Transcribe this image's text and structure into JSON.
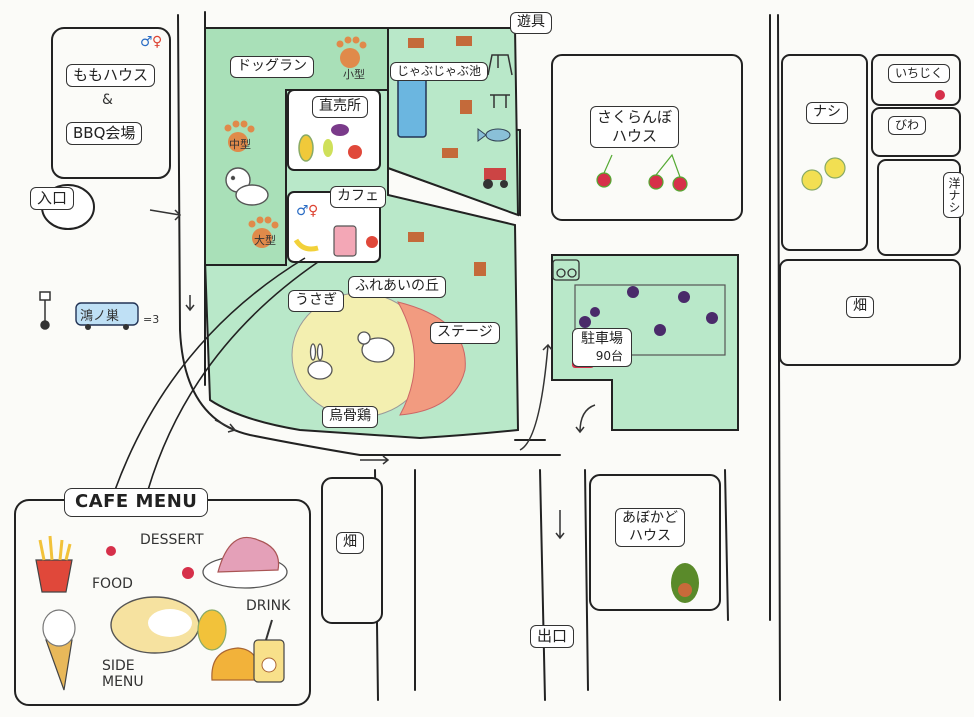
{
  "labels": {
    "momo_house": "ももハウス",
    "and": "&",
    "bbq": "BBQ会場",
    "entrance": "入口",
    "toilet_note": "=3",
    "bus": "鴻ノ巣",
    "dog_run": "ドッグラン",
    "dog_small": "小型",
    "dog_medium": "中型",
    "dog_large": "大型",
    "direct_sales": "直売所",
    "jabu_jabu": "じゃぶじゃぶ池",
    "playground": "遊具",
    "cafe": "カフェ",
    "rabbit": "うさぎ",
    "fureai": "ふれあいの丘",
    "stage": "ステージ",
    "ukokkei": "烏骨鶏",
    "sakuranbo": "さくらんぼ\nハウス",
    "parking": "駐車場",
    "parking_count": "90台",
    "nashi": "ナシ",
    "ichijiku": "いちじく",
    "biwa": "びわ",
    "yonashi": "洋ナシ",
    "hatake_east": "畑",
    "hatake_south": "畑",
    "avocado": "あぼかど\nハウス",
    "exit": "出口"
  },
  "cafe_menu": {
    "title": "CAFE MENU",
    "dessert": "DESSERT",
    "food": "FOOD",
    "drink": "DRINK",
    "side_menu": "SIDE\nMENU"
  },
  "colors": {
    "grass": "#b9e8c9",
    "grass_dark": "#8fd9a9",
    "water": "#6bb6e0",
    "hill_yellow": "#f3efb0",
    "hill_red": "#f29b80",
    "road_line": "#222222",
    "label_bg": "#ffffff"
  },
  "icons": [
    "toilet-icon",
    "smoking-icon",
    "dog-icon",
    "paw-icon",
    "cherry-icon",
    "pear-icon",
    "grape-icon",
    "avocado-icon",
    "chicken-icon",
    "rabbit-icon",
    "bus-stop-icon",
    "car-icon",
    "bicycle-icon",
    "tractor-icon",
    "fish-icon",
    "swing-icon",
    "picnic-table-icon",
    "fries-icon",
    "ice-cream-icon",
    "pineapple-icon",
    "drink-icon",
    "strawberry-icon"
  ]
}
